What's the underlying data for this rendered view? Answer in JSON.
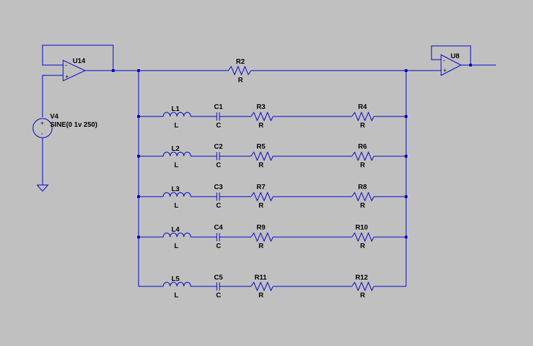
{
  "schematic": {
    "opamp_u14": {
      "ref": "U14",
      "plus": "+",
      "minus": "-"
    },
    "opamp_u8": {
      "ref": "U8",
      "plus": "+",
      "minus": "-"
    },
    "source": {
      "ref": "V4",
      "value": "SINE(0 1v 250)",
      "plus": "+",
      "minus": "-"
    },
    "series_resistor": {
      "ref": "R2",
      "value": "R"
    },
    "branches": [
      {
        "inductor": "L1",
        "capacitor": "C1",
        "resistor_a": "R3",
        "resistor_b": "R4"
      },
      {
        "inductor": "L2",
        "capacitor": "C2",
        "resistor_a": "R5",
        "resistor_b": "R6"
      },
      {
        "inductor": "L3",
        "capacitor": "C3",
        "resistor_a": "R7",
        "resistor_b": "R8"
      },
      {
        "inductor": "L4",
        "capacitor": "C4",
        "resistor_a": "R9",
        "resistor_b": "R10"
      },
      {
        "inductor": "L5",
        "capacitor": "C5",
        "resistor_a": "R11",
        "resistor_b": "R12"
      }
    ],
    "inductor_value": "L",
    "capacitor_value": "C",
    "resistor_value": "R"
  },
  "colors": {
    "wire": "#0000cc",
    "background": "#c0c0c0",
    "text": "#000000"
  }
}
